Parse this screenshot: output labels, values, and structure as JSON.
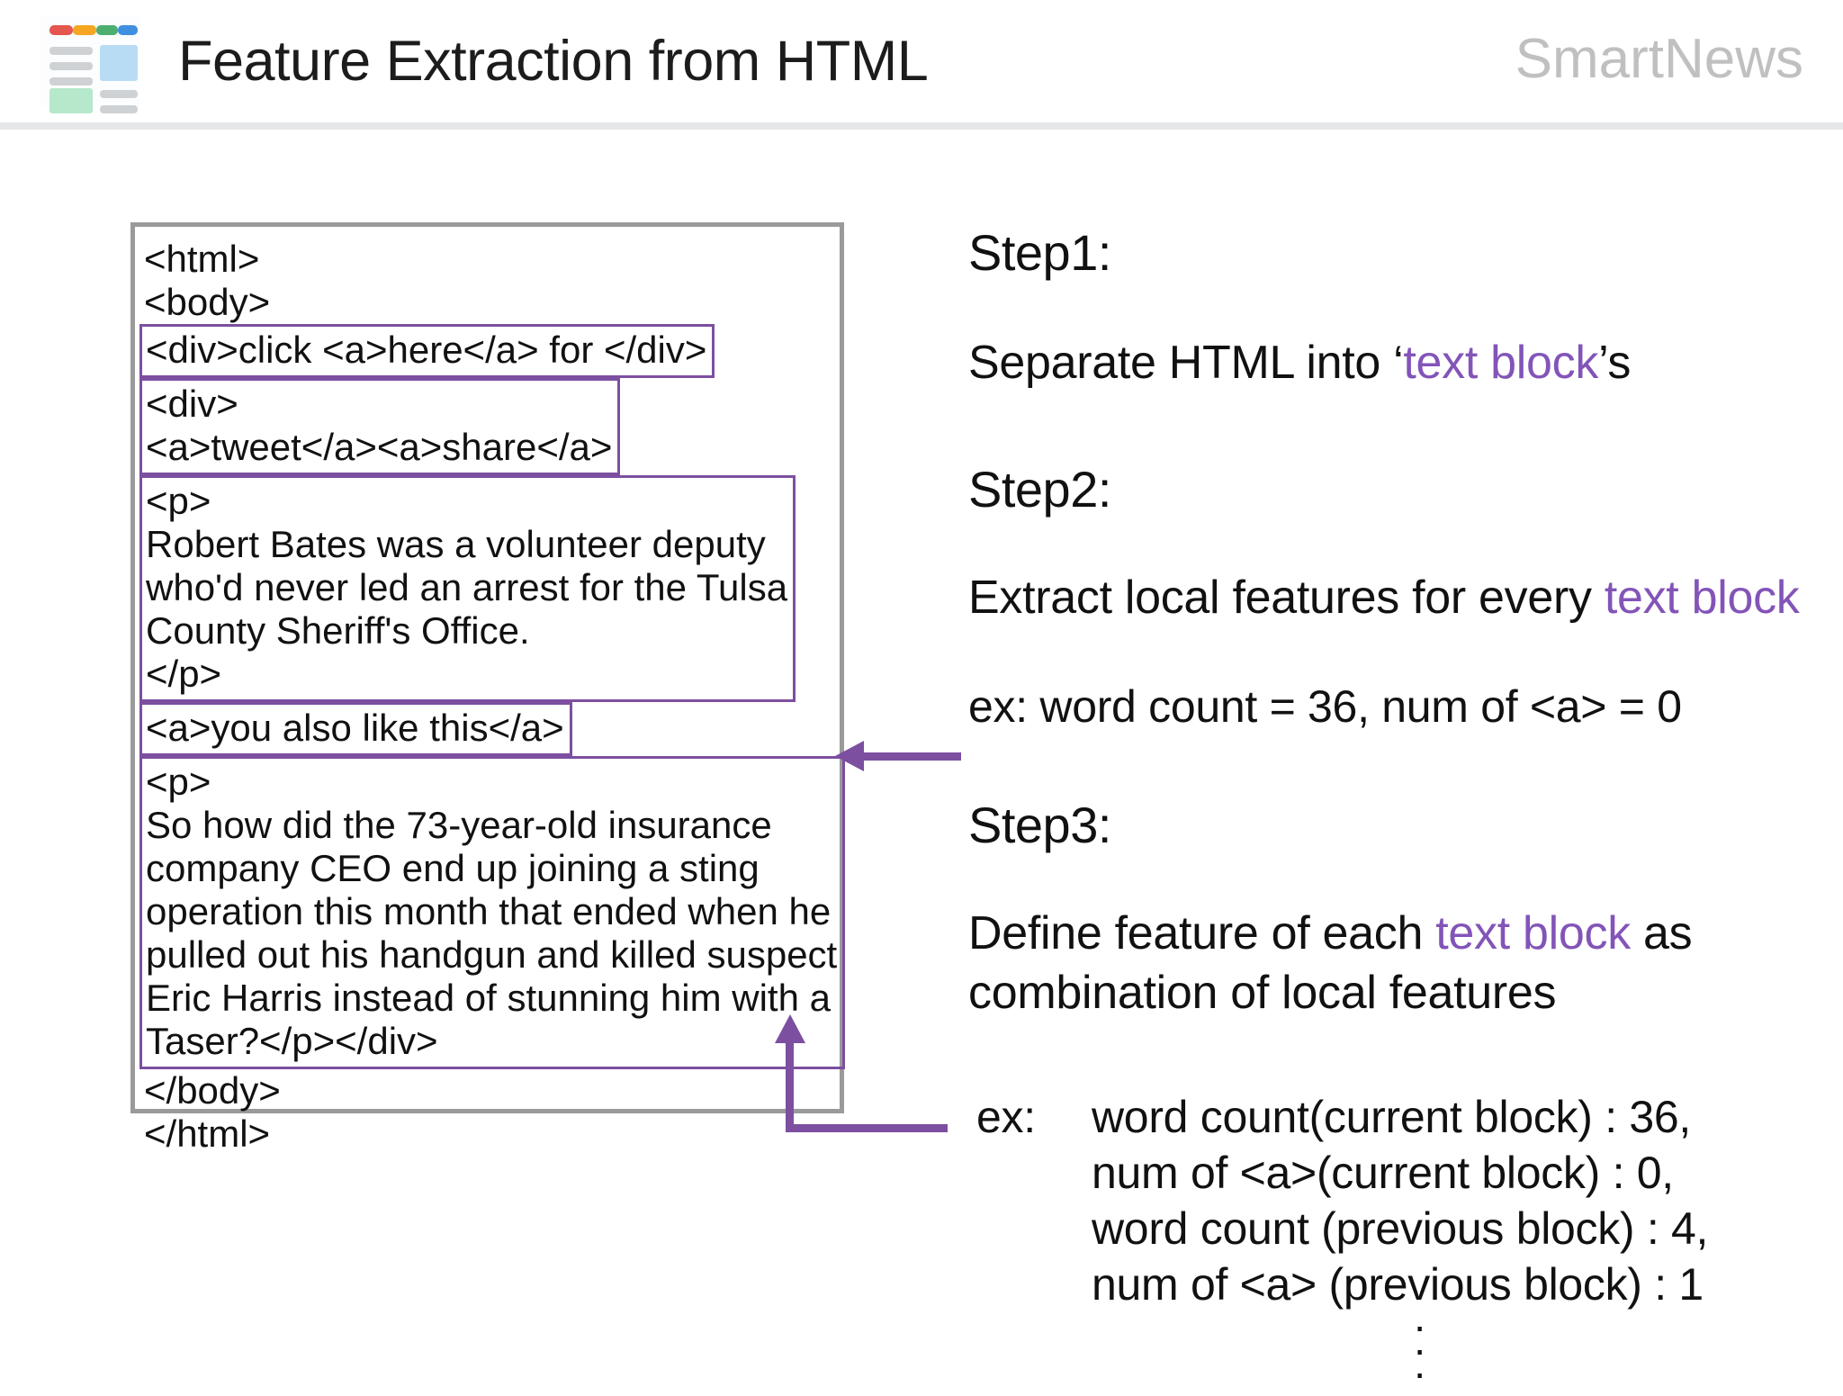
{
  "header": {
    "title": "Feature Extraction from HTML",
    "brand": "SmartNews",
    "logo_icon": "newspaper-logo-icon",
    "logo_colors": [
      "#e4564f",
      "#f5a623",
      "#4caf72",
      "#3f8fe0"
    ],
    "rule_color": "#e6e7e9"
  },
  "colors": {
    "accent_purple": "#7c4fa0",
    "text_block_purple": "#8354b8",
    "panel_border_gray": "#9a9a9a",
    "brand_gray": "#c0c0c0",
    "text_black": "#111111"
  },
  "code_panel": {
    "lines": [
      {
        "text": "<html>",
        "boxed": false
      },
      {
        "text": "<body>",
        "boxed": false
      }
    ],
    "groups": [
      {
        "id": "block-div-click",
        "lines": [
          "<div>click <a>here</a> for </div>"
        ]
      },
      {
        "id": "block-div-share",
        "lines": [
          "<div>",
          "<a>tweet</a><a>share</a>"
        ]
      },
      {
        "id": "block-p-bates",
        "lines": [
          "<p>",
          "Robert Bates was a volunteer deputy",
          "who'd never led an arrest for the Tulsa",
          "County Sheriff's Office.",
          "</p>"
        ]
      },
      {
        "id": "block-a-youalso",
        "lines": [
          "<a>you also like this</a>"
        ]
      },
      {
        "id": "block-p-taser",
        "lines": [
          "<p>",
          "So how did the 73-year-old insurance",
          "company CEO end up joining a sting",
          "operation this month that ended when he",
          "pulled out his handgun and killed suspect",
          "Eric Harris instead of stunning him with a",
          "Taser?</p></div>"
        ]
      }
    ],
    "trailing_lines": [
      "</body>",
      "</html>"
    ]
  },
  "steps": {
    "step1": {
      "heading": "Step1:",
      "body_pre": "Separate HTML into ‘",
      "body_highlight": "text block",
      "body_post": "’s"
    },
    "step2": {
      "heading": "Step2:",
      "body_pre": "Extract local features for every ",
      "body_highlight": "text block",
      "body_post": "",
      "example": "ex: word count = 36, num of <a> = 0"
    },
    "step3": {
      "heading": "Step3:",
      "body_pre": "Define feature of each ",
      "body_highlight": "text block",
      "body_post": " as",
      "body_line2": "combination of local features",
      "example_label": "ex:",
      "example_rows": [
        "word count(current block)  : 36,",
        "num of <a>(current block) : 0,",
        "word count (previous block) : 4,",
        "num of <a> (previous block) : 1"
      ],
      "ellipsis": "·\n·\n·"
    }
  }
}
